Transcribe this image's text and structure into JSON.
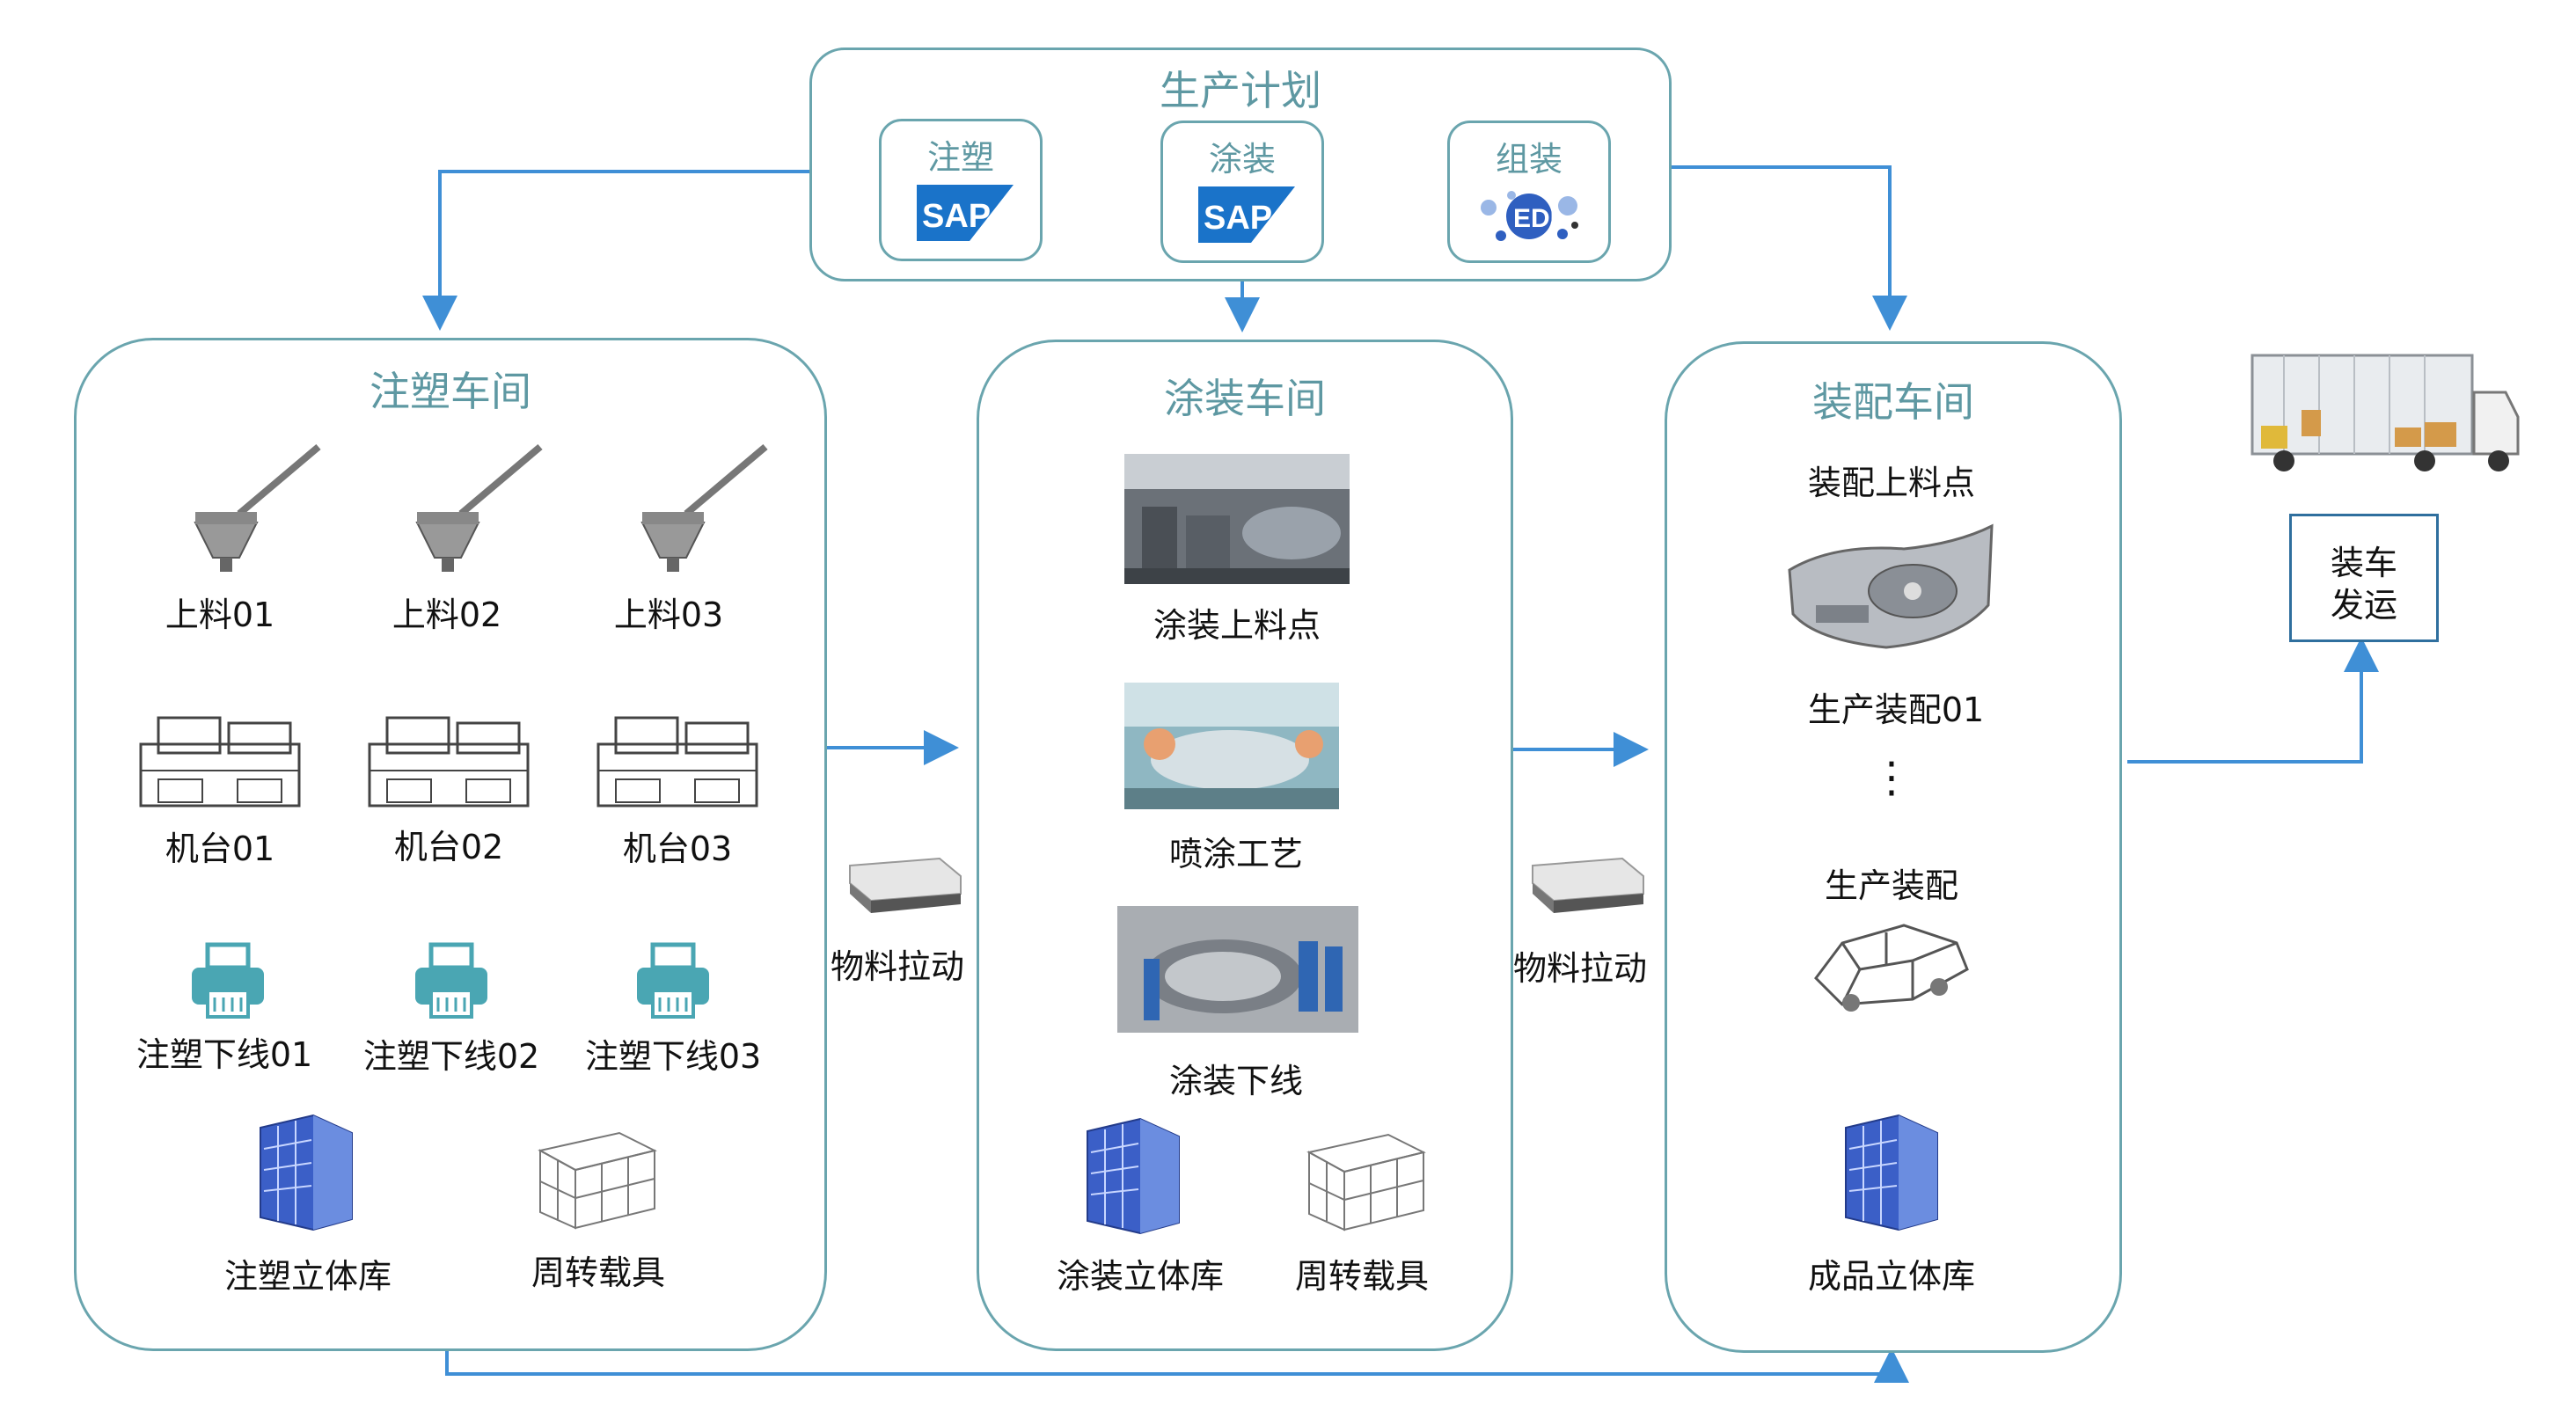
{
  "plan": {
    "title": "生产计划",
    "systems": [
      {
        "label": "注塑",
        "logo": "SAP"
      },
      {
        "label": "涂装",
        "logo": "SAP"
      },
      {
        "label": "组装",
        "logo": "EDI"
      }
    ]
  },
  "injection": {
    "title": "注塑车间",
    "feeders": [
      "上料01",
      "上料02",
      "上料03"
    ],
    "machines": [
      "机台01",
      "机台02",
      "机台03"
    ],
    "offline": [
      "注塑下线01",
      "注塑下线02",
      "注塑下线03"
    ],
    "warehouse": "注塑立体库",
    "carrier": "周转载具"
  },
  "transfer1": "物料拉动",
  "painting": {
    "title": "涂装车间",
    "steps": [
      "涂装上料点",
      "喷涂工艺",
      "涂装下线"
    ],
    "warehouse": "涂装立体库",
    "carrier": "周转载具"
  },
  "transfer2": "物料拉动",
  "assembly": {
    "title": "装配车间",
    "feed": "装配上料点",
    "line1": "生产装配01",
    "ellipsis": "⋮",
    "line2": "生产装配",
    "warehouse": "成品立体库"
  },
  "shipping": {
    "line1": "装车",
    "line2": "发运"
  },
  "colors": {
    "border": "#6aa5ae",
    "arrow": "#3f8fd6",
    "title": "#5e98a2"
  }
}
